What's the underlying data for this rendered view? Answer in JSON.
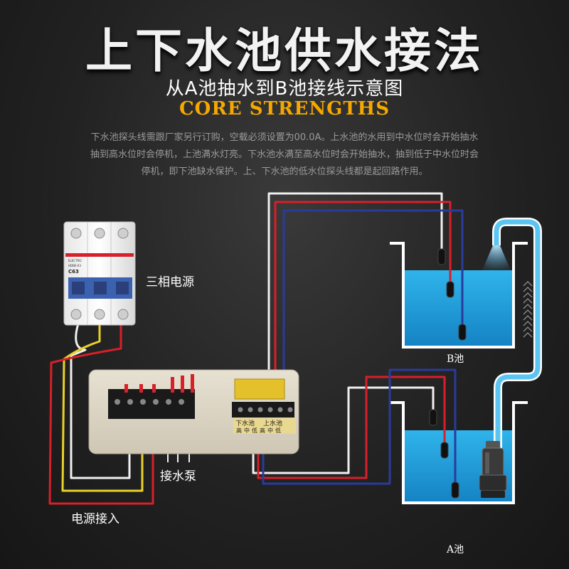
{
  "header": {
    "title": "上下水池供水接法",
    "subtitle": "从A池抽水到B池接线示意图",
    "core": "CORE STRENGTHS"
  },
  "description": [
    "下水池探头线需跟厂家另行订购，空载必须设置为00.0A。上水池的水用到中水位时会开始抽水",
    "抽到高水位时会停机，上池满水灯亮。下水池水满至高水位时会开始抽水，抽到低于中水位时会",
    "停机，即下池缺水保护。上、下水池的低水位探头线都是起回路作用。"
  ],
  "labels": {
    "three_phase": "三相电源",
    "pump": "接水泵",
    "power_in": "电源接入",
    "tank_b": "B池",
    "tank_a": "A池"
  },
  "breaker": {
    "brand": "ELECTRIC",
    "model": "HDBE-63",
    "rating": "C63"
  },
  "controller": {
    "lower_tank": "下水池",
    "upper_tank": "上水池",
    "terminals": "高中低高中低"
  },
  "colors": {
    "water": "#1e9bd6",
    "wire_white": "#f0f0f0",
    "wire_red": "#d6202a",
    "wire_blue": "#2a3b9c",
    "wire_yellow": "#e8d12a",
    "pipe": "#5bc4f0"
  }
}
